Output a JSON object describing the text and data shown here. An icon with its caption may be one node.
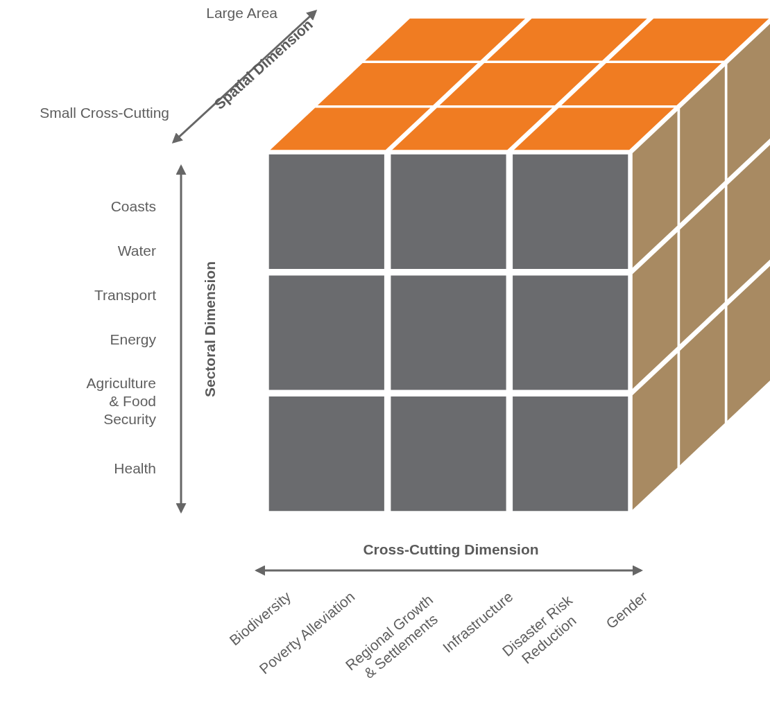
{
  "diagram": {
    "labels": [
      "Large Area",
      "Spatial Dimension",
      "Small Cross-Cutting",
      "Coasts",
      "Water",
      "Transport",
      "Energy",
      "Agriculture & Food Security",
      "Health",
      "Sectoral Dimension",
      "Cross-Cutting Dimension",
      "Biodiversity",
      "Poverty Alleviation",
      "Regional Growth & Settlements",
      "Infrastructure",
      "Disaster Risk Reduction",
      "Gender"
    ]
  }
}
